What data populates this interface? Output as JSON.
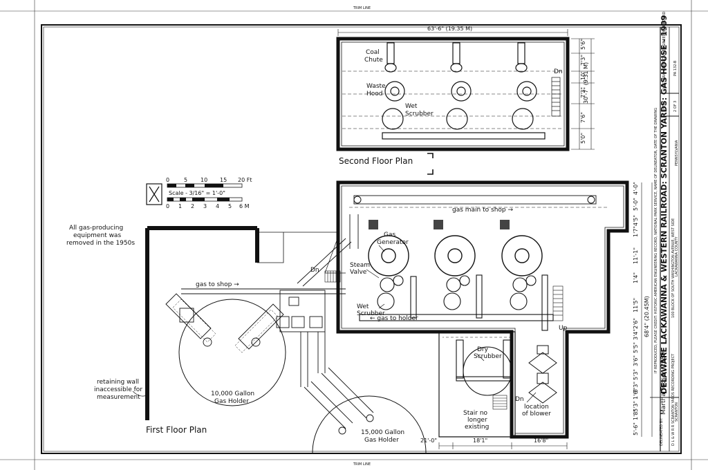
{
  "trim_line": "TRIM LINE",
  "second_floor": {
    "title": "Second Floor Plan",
    "width_dim": "63'-6\" (19.35 M)",
    "depth_dim": "30'-7\" (9.31 M)",
    "coal_chute": [
      "Coal",
      "Chute"
    ],
    "waste_hood": [
      "Waste",
      "Hood"
    ],
    "wet_scrubber": [
      "Wet",
      "Scrubber"
    ],
    "dn": "Dn",
    "right_dims": [
      "5'6\"",
      "7'3\"",
      "10'",
      "7'3\"",
      "7'6\"",
      "5'0\""
    ]
  },
  "first_floor": {
    "title": "First Floor Plan",
    "gas_main": "gas main to shop →",
    "gas_to_shop": "gas to shop →",
    "gas_to_holder": "← gas to holder",
    "gas_generator": [
      "Gas",
      "Generator"
    ],
    "steam_valve": [
      "Steam",
      "Valve"
    ],
    "wet_scrubber": [
      "Wet",
      "Scrubber"
    ],
    "dry_scrubber": [
      "Dry",
      "Scrubber"
    ],
    "holder_10000": [
      "10,000 Gallon",
      "Gas Holder"
    ],
    "holder_15000": [
      "15,000 Gallon",
      "Gas Holder"
    ],
    "stair": [
      "Stair no",
      "longer",
      "existing"
    ],
    "blower": [
      "location",
      "of blower"
    ],
    "retaining_wall": [
      "retaining wall",
      "inaccessible for",
      "measurement"
    ],
    "dn": "Dn",
    "up": "Up",
    "bottom_dims": [
      "21'-0\"",
      "18'1\"",
      "16'8\""
    ],
    "total_dim": "68'4\" (20.45M)",
    "right_dims": [
      "4'-0\"",
      "5'-0\"",
      "4'5\"",
      "1'7\"",
      "11'-1\"",
      "1'4\"",
      "11'5\"",
      "2'6\"",
      "3'4\"",
      "5'5\"",
      "3'6\"",
      "5'3\"",
      "5'3\"",
      "1'6\"",
      "5'3\"",
      "1'8\"",
      "5'-6\""
    ]
  },
  "note": [
    "All gas-producing",
    "equipment was",
    "removed in the 1950s"
  ],
  "scale": {
    "ft_ticks": [
      "0",
      "5",
      "10",
      "15",
      "20 Ft"
    ],
    "scale_text": "Scale - 3/16\" = 1'-0\"",
    "m_ticks": [
      "0",
      "1",
      "2",
      "3",
      "4",
      "5",
      "6 M"
    ]
  },
  "title_block": {
    "main_title": "DELAWARE LACKAWANNA & WESTERN RAILROAD: SCRANTON YARDS: GAS HOUSE - 1909",
    "address": "100 BLOCK OF SOUTH WASHINGTON AVENUE, WEST SIDE",
    "city": "SCRANTON",
    "county": "LACKAWANNA COUNTY",
    "state": "PENNSYLVANIA",
    "credit": "IF REPRODUCED, PLEASE CREDIT: HISTORIC AMERICAN ENGINEERING RECORD, NATIONAL PARK SERVICE, NAME OF DELINEATOR, DATE OF THE DRAWING",
    "delineated_by": "DELINEATED BY:",
    "delineator": "Martha Tucson 1989",
    "project": "D L & W R R SCRANTON YARDS RECORDING PROJECT",
    "sheet_label": "SHEET",
    "sheet_no": "2 OF 3",
    "habs_label": "HISTORIC AMERICAN ENGINEERING RECORD",
    "habs_no": "PA 132-B"
  }
}
